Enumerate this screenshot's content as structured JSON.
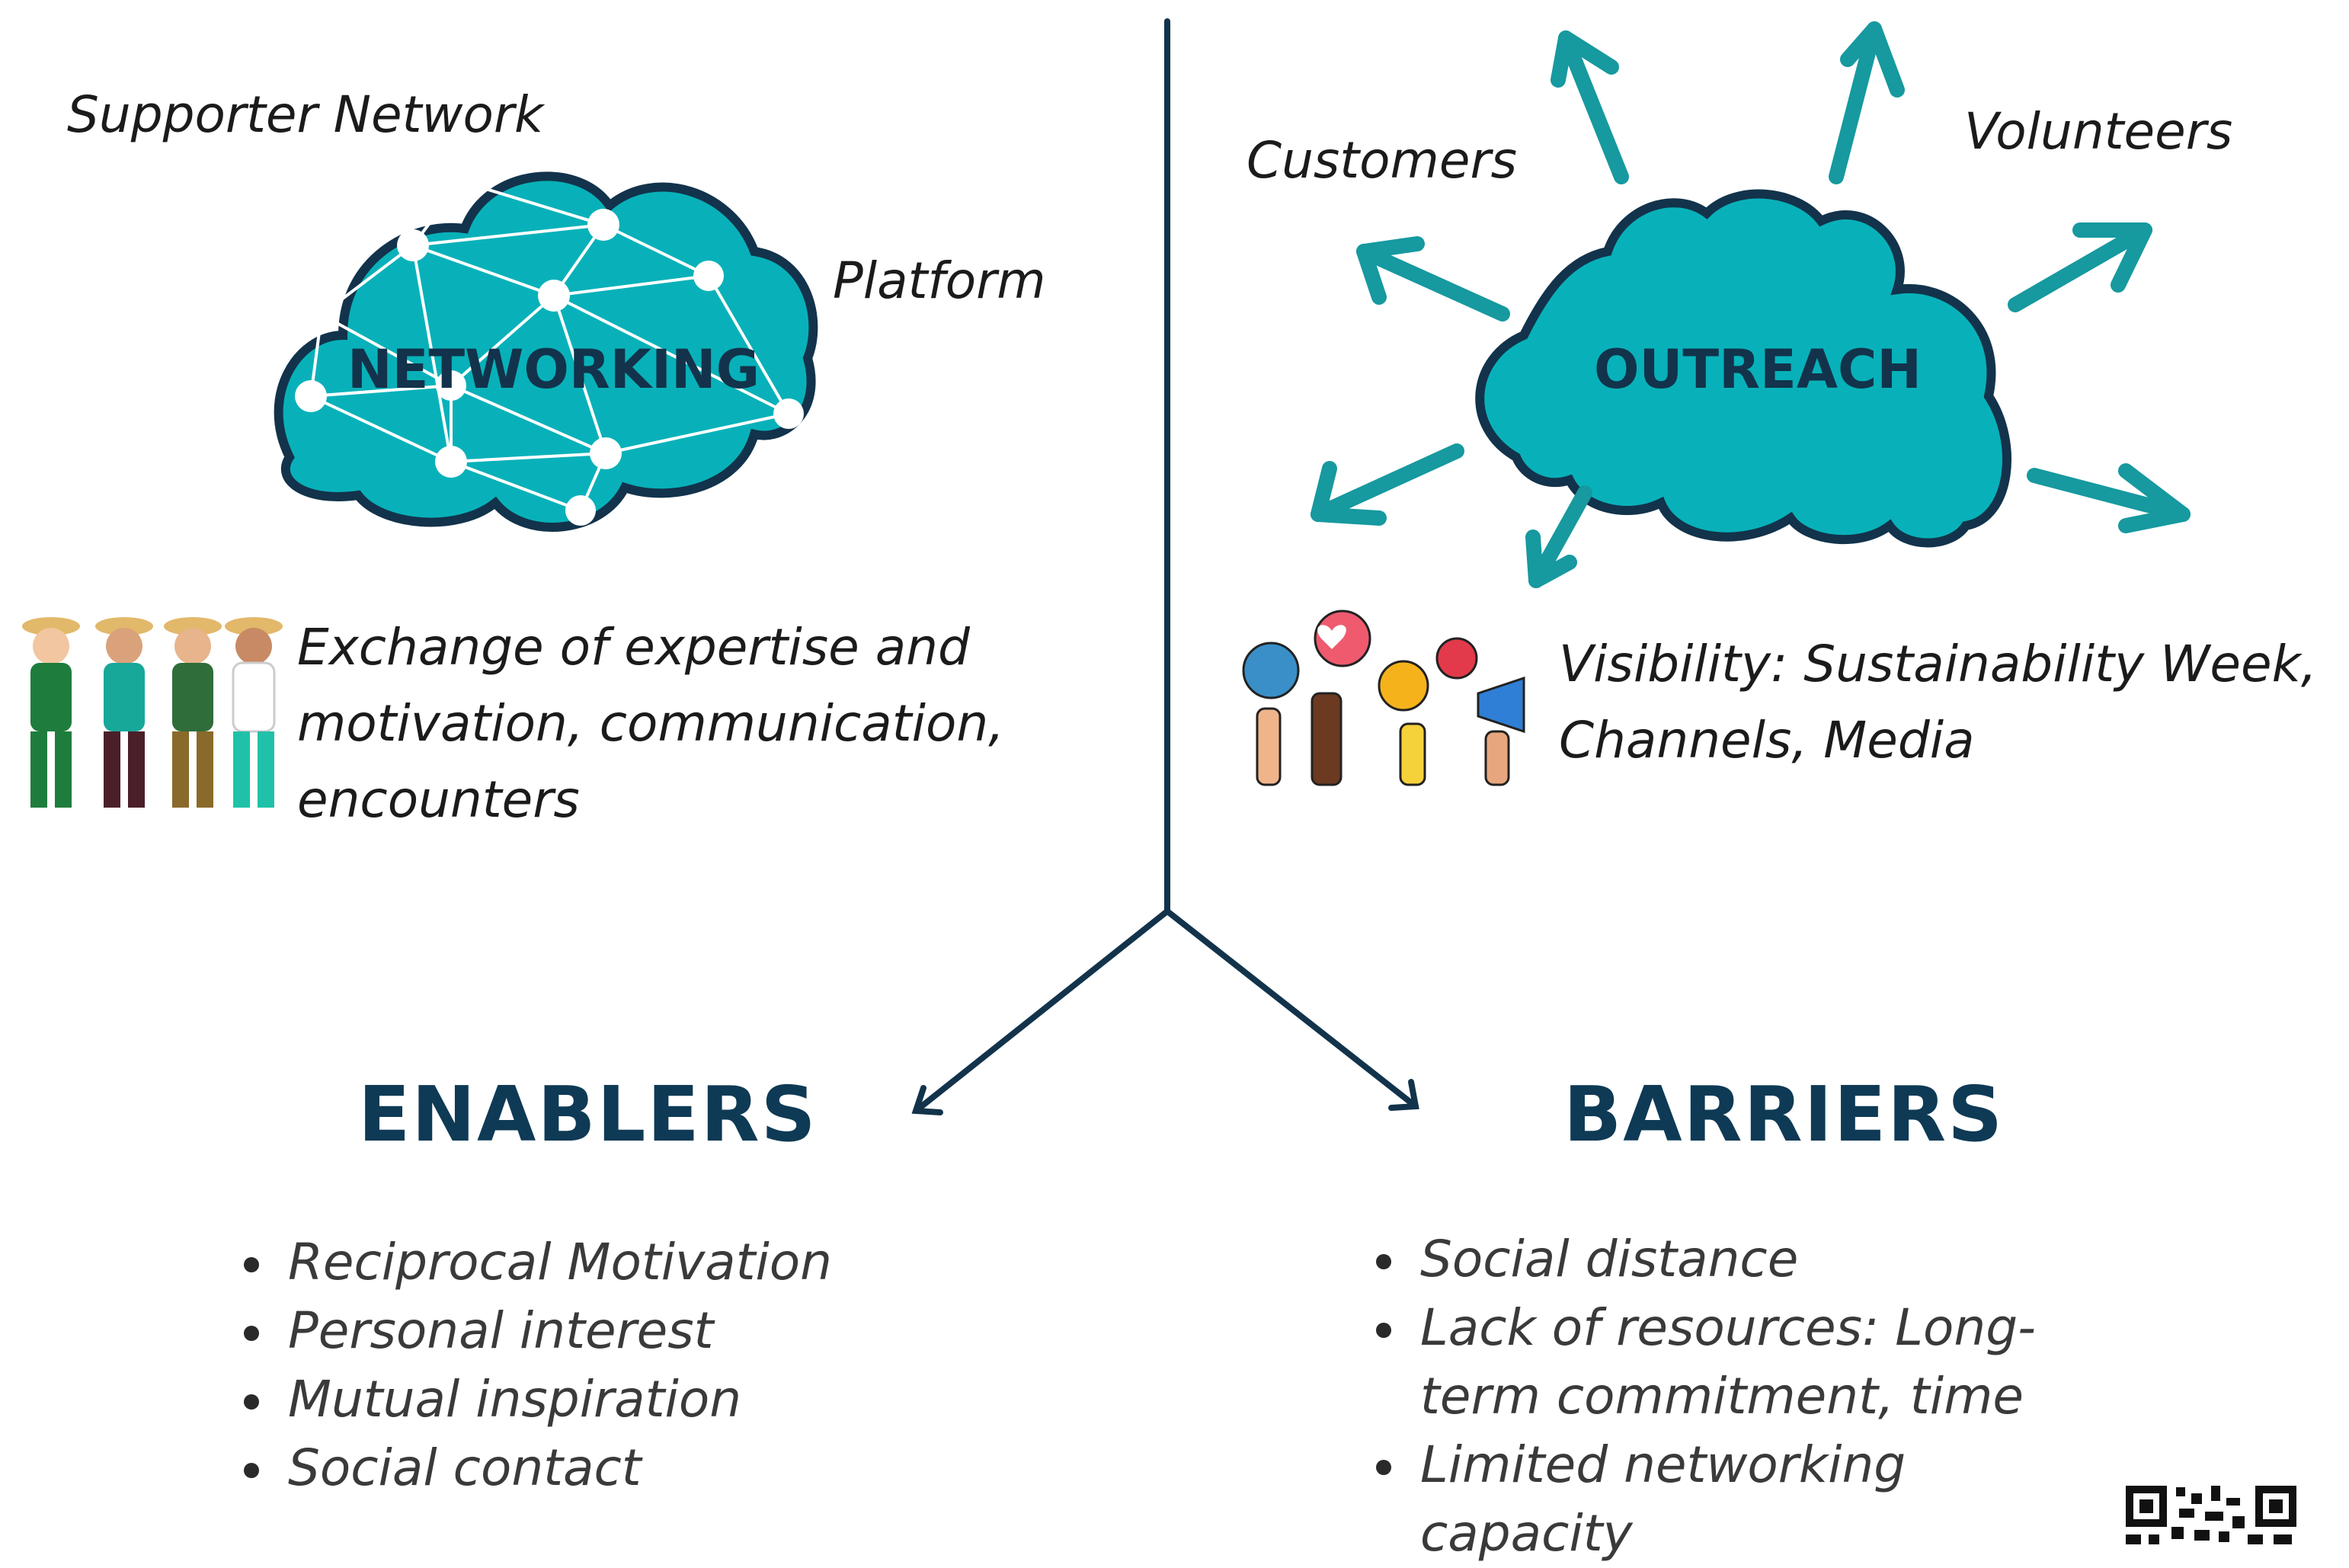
{
  "networking": {
    "title": "NETWORKING",
    "labels": {
      "supporter": "Supporter Network",
      "platform": "Platform"
    },
    "description": [
      "Exchange of expertise and",
      "motivation, communication,",
      "encounters"
    ]
  },
  "outreach": {
    "title": "OUTREACH",
    "labels": {
      "customers": "Customers",
      "volunteers": "Volunteers"
    },
    "description": [
      "Visibility:  Sustainability  Week,",
      "Channels, Media"
    ]
  },
  "enablers": {
    "heading": "ENABLERS",
    "items": [
      "Reciprocal Motivation",
      "Personal interest",
      "Mutual inspiration",
      "Social contact"
    ]
  },
  "barriers": {
    "heading": "BARRIERS",
    "items": [
      "Social distance",
      "Lack of resources: Long-",
      "term commitment, time",
      "Limited networking",
      "capacity"
    ]
  },
  "colors": {
    "teal": "#08b1b9",
    "navy": "#12334b",
    "arrow_teal": "#16999f"
  },
  "icons": [
    "network-cloud-icon",
    "outreach-cloud-icon",
    "farmers-group-icon",
    "social-media-hands-icon",
    "qr-code-icon"
  ]
}
